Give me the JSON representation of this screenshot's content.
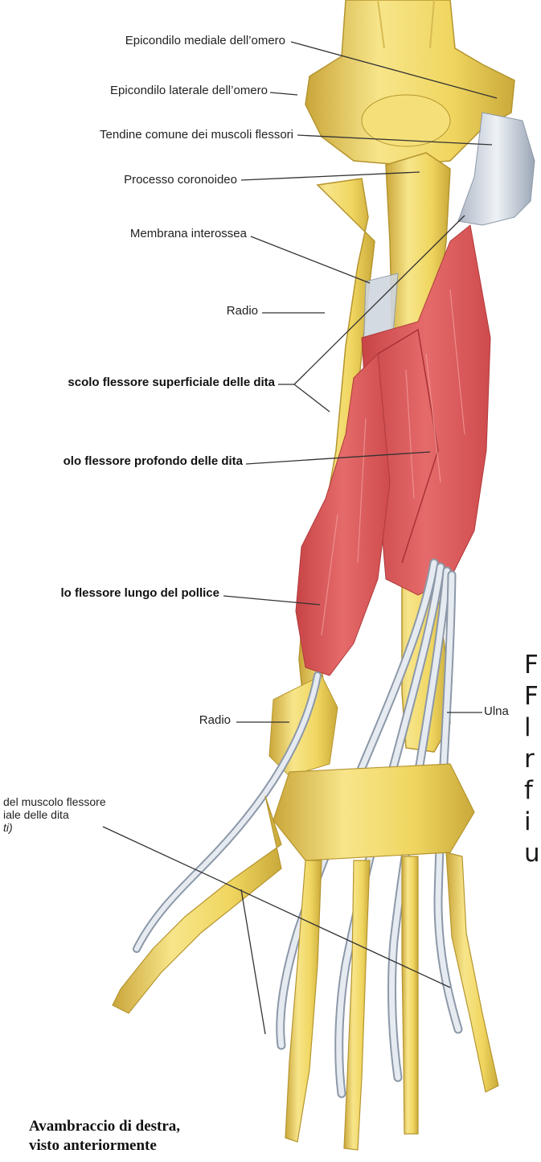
{
  "labels": {
    "epicondilo_mediale": "Epicondilo mediale dell’omero",
    "epicondilo_laterale": "Epicondilo laterale dell’omero",
    "tendine_comune": "Tendine comune dei muscoli flessori",
    "processo_coronoideo": "Processo coronoideo",
    "membrana_interossea": "Membrana interossea",
    "radio_upper": "Radio",
    "flessore_superficiale": "scolo flessore superficiale delle dita",
    "flessore_profondo": "olo flessore profondo delle dita",
    "flessore_lungo_pollice": "lo flessore lungo del pollice",
    "radio_lower": "Radio",
    "ulna": "Ulna",
    "tendini_line1": "del muscolo flessore",
    "tendini_line2": "iale delle dita",
    "tendini_line3": "ti)"
  },
  "side_text": [
    "F",
    "F",
    "l",
    "r",
    "f",
    "i",
    "u"
  ],
  "caption": {
    "line1": "Avambraccio di destra,",
    "line2": "visto anteriormente"
  },
  "colors": {
    "bone": "#f0d660",
    "bone_shade": "#c9a93a",
    "muscle": "#d9585a",
    "muscle_light": "#ec8a86",
    "tendon": "#d6dde6",
    "tendon_edge": "#8c98a8"
  }
}
